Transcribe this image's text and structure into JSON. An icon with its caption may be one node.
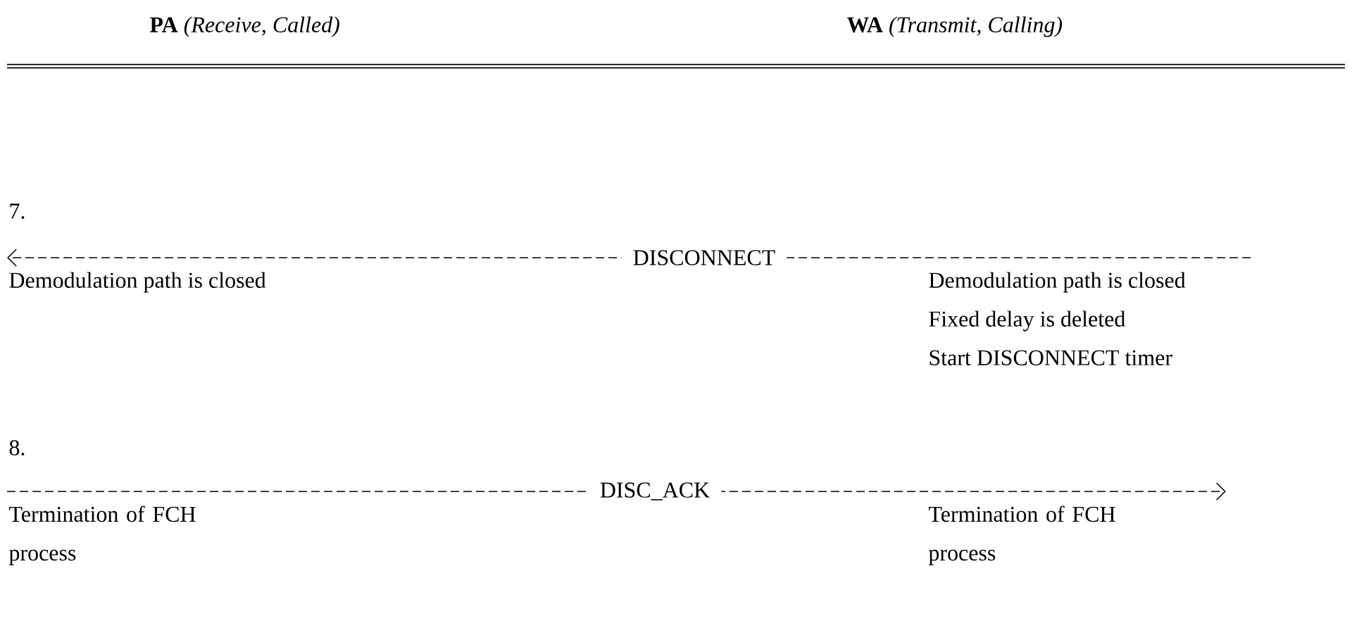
{
  "diagram": {
    "nodes": [
      {
        "text": [
          "Demodulation path is closed"
        ]
      },
      {
        "text": [
          "Demodulation path is closed",
          "Fixed delay is deleted",
          "Start DISCONNECT timer"
        ]
      },
      {
        "text": [
          "Termination of FCH process"
        ]
      },
      {
        "text": [
          "Termination of FCH process"
        ]
      }
    ],
    "edges": [
      {
        "from": 1,
        "to": 0,
        "arrow": "to",
        "label": "DISCONNECT",
        "style": "dashed"
      },
      {
        "from": 2,
        "to": 3,
        "arrow": "to",
        "label": "DISC_ACK",
        "style": "dashed"
      }
    ],
    "labels": [
      "**PA** *(Receive, Called)*",
      "**WA** *(Transmit, Calling)*",
      "7.",
      "8."
    ]
  }
}
